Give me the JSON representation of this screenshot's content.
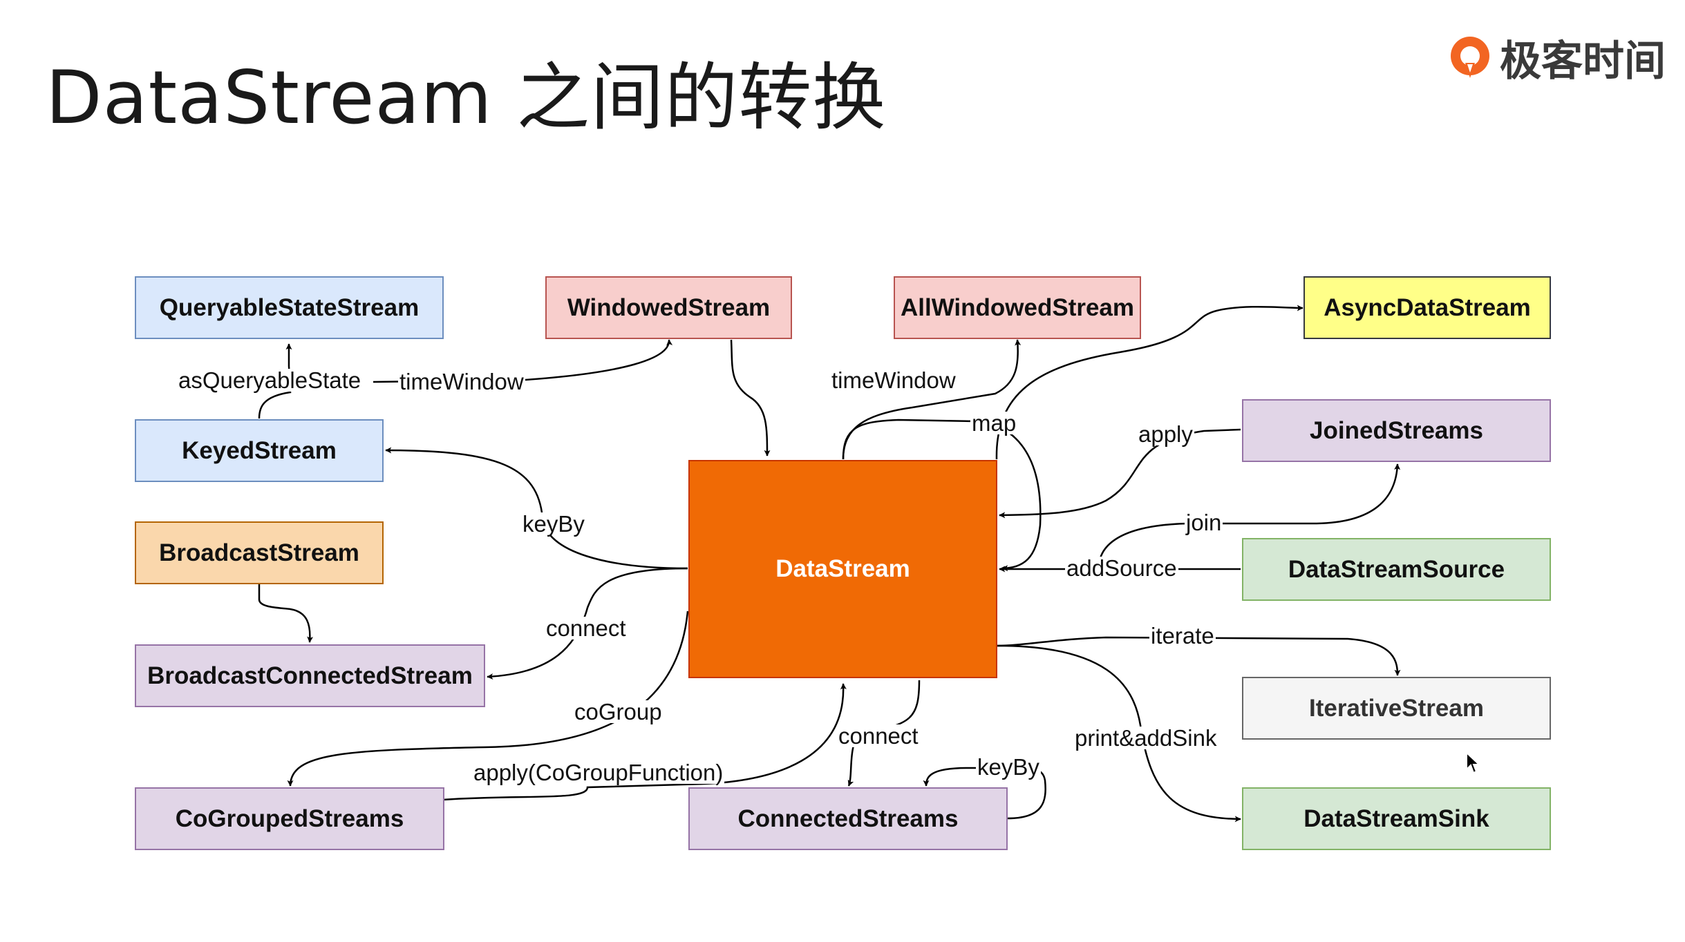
{
  "title": "DataStream 之间的转换",
  "logo": {
    "text": "极客时间",
    "icon": "geektime-logo-icon",
    "color": "#f26522"
  },
  "nodes": {
    "queryable": "QueryableStateStream",
    "windowed": "WindowedStream",
    "allwindowed": "AllWindowedStream",
    "async": "AsyncDataStream",
    "keyed": "KeyedStream",
    "joined": "JoinedStreams",
    "broadcast": "BroadcastStream",
    "datastream": "DataStream",
    "source": "DataStreamSource",
    "bconnected": "BroadcastConnectedStream",
    "iterative": "IterativeStream",
    "cogrouped": "CoGroupedStreams",
    "connected": "ConnectedStreams",
    "sink": "DataStreamSink"
  },
  "edges": {
    "asQueryableState": "asQueryableState",
    "timeWindow_keyed": "timeWindow",
    "timeWindow_ds": "timeWindow",
    "map": "map",
    "apply": "apply",
    "join": "join",
    "keyBy": "keyBy",
    "addSource": "addSource",
    "connect_bc": "connect",
    "iterate": "iterate",
    "coGroup": "coGroup",
    "connect_cs": "connect",
    "printAddSink": "print&addSink",
    "keyBy_cs": "keyBy",
    "applyCoGroup": "apply(CoGroupFunction)"
  },
  "colors": {
    "blue_fill": "#dae8fc",
    "red_fill": "#f8cecc",
    "yellow_fill": "#ffff88",
    "purple_fill": "#e1d5e7",
    "orange_fill": "#fad7ac",
    "green_fill": "#d5e8d4",
    "gray_fill": "#f5f5f5",
    "center_fill": "#f06a05"
  }
}
